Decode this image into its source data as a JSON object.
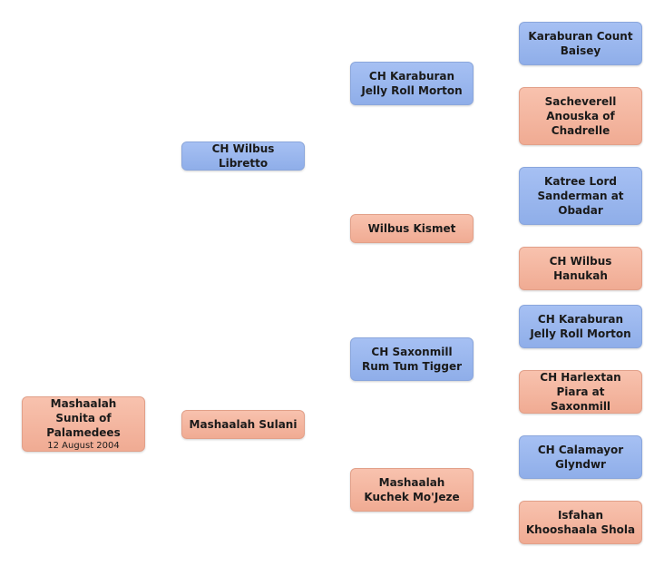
{
  "subject": {
    "name": "Mashaalah Sunita of Palamedees",
    "date": "12 August 2004"
  },
  "parents": {
    "sire": "CH Wilbus Libretto",
    "dam": "Mashaalah Sulani"
  },
  "grandparents": {
    "sire_sire": "CH Karaburan Jelly Roll Morton",
    "sire_dam": "Wilbus Kismet",
    "dam_sire": "CH Saxonmill Rum Tum Tigger",
    "dam_dam": "Mashaalah Kuchek Mo'Jeze"
  },
  "great_grandparents": [
    "Karaburan Count Baisey",
    "Sacheverell Anouska of Chadrelle",
    "Katree Lord Sanderman at Obadar",
    "CH Wilbus Hanukah",
    "CH Karaburan Jelly Roll Morton",
    "CH Harlextan Piara at Saxonmill",
    "CH Calamayor Glyndwr",
    "Isfahan Khooshaala Shola"
  ],
  "colors": {
    "male": "#9bb7ee",
    "female": "#f4b59f"
  }
}
